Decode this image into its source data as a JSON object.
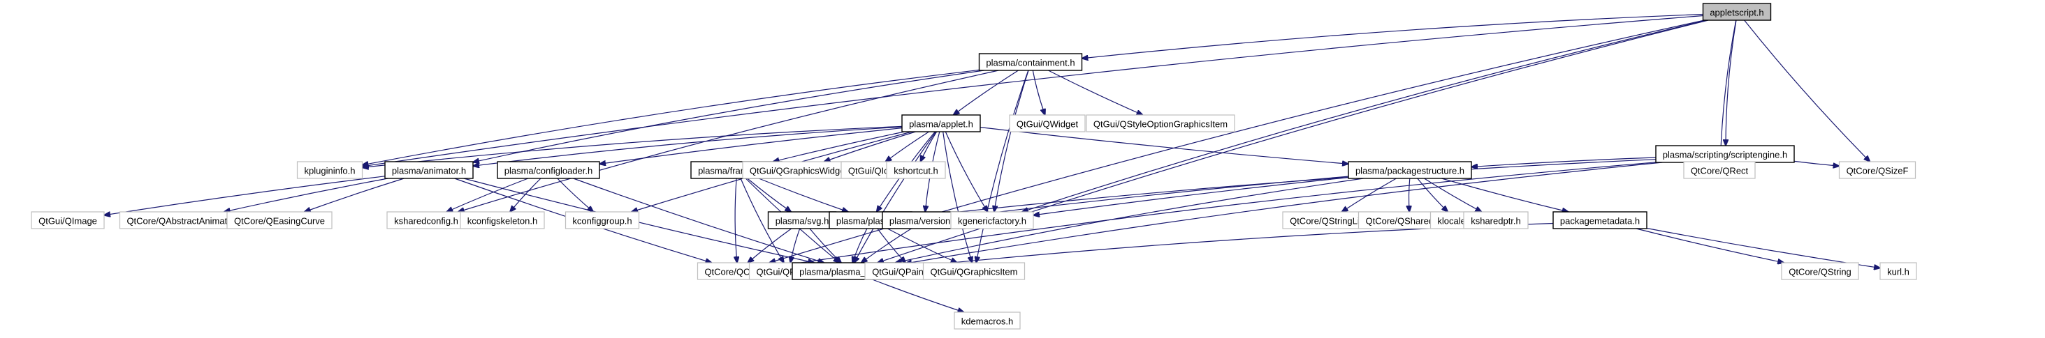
{
  "title": "Include dependency graph for appletscript.h",
  "colors": {
    "edge": "#191970",
    "local_border": "#000000",
    "external_border": "#bfbfbf",
    "root_fill": "#bfbfbf"
  },
  "nodes": [
    {
      "id": "appletscript",
      "label": "appletscript.h",
      "kind": "root"
    },
    {
      "id": "containment",
      "label": "plasma/containment.h",
      "kind": "local"
    },
    {
      "id": "applet",
      "label": "plasma/applet.h",
      "kind": "local"
    },
    {
      "id": "qwidget",
      "label": "QtGui/QWidget",
      "kind": "external"
    },
    {
      "id": "qstyleoption",
      "label": "QtGui/QStyleOptionGraphicsItem",
      "kind": "external"
    },
    {
      "id": "scriptengine",
      "label": "plasma/scripting/scriptengine.h",
      "kind": "local"
    },
    {
      "id": "kplugininfo",
      "label": "kplugininfo.h",
      "kind": "external"
    },
    {
      "id": "animator",
      "label": "plasma/animator.h",
      "kind": "local"
    },
    {
      "id": "configloader",
      "label": "plasma/configloader.h",
      "kind": "local"
    },
    {
      "id": "framesvg",
      "label": "plasma/framesvg.h",
      "kind": "local"
    },
    {
      "id": "qgraphicswidget",
      "label": "QtGui/QGraphicsWidget",
      "kind": "external"
    },
    {
      "id": "qicon",
      "label": "QtGui/QIcon",
      "kind": "external"
    },
    {
      "id": "kshortcut",
      "label": "kshortcut.h",
      "kind": "external"
    },
    {
      "id": "packagestructure",
      "label": "plasma/packagestructure.h",
      "kind": "local"
    },
    {
      "id": "qrect",
      "label": "QtCore/QRect",
      "kind": "external"
    },
    {
      "id": "qsizef",
      "label": "QtCore/QSizeF",
      "kind": "external"
    },
    {
      "id": "qimage",
      "label": "QtGui/QImage",
      "kind": "external"
    },
    {
      "id": "qabstractanimation",
      "label": "QtCore/QAbstractAnimation",
      "kind": "external"
    },
    {
      "id": "qeasingcurve",
      "label": "QtCore/QEasingCurve",
      "kind": "external"
    },
    {
      "id": "ksharedconfig",
      "label": "ksharedconfig.h",
      "kind": "external"
    },
    {
      "id": "kconfigskeleton",
      "label": "kconfigskeleton.h",
      "kind": "external"
    },
    {
      "id": "kconfiggroup",
      "label": "kconfiggroup.h",
      "kind": "external"
    },
    {
      "id": "svg",
      "label": "plasma/svg.h",
      "kind": "local"
    },
    {
      "id": "plasma",
      "label": "plasma/plasma.h",
      "kind": "local"
    },
    {
      "id": "version",
      "label": "plasma/version.h",
      "kind": "local"
    },
    {
      "id": "kgenericfactory",
      "label": "kgenericfactory.h",
      "kind": "external"
    },
    {
      "id": "qstringlist",
      "label": "QtCore/QStringList",
      "kind": "external"
    },
    {
      "id": "qshareddata",
      "label": "QtCore/QSharedData",
      "kind": "external"
    },
    {
      "id": "klocale",
      "label": "klocale.h",
      "kind": "external"
    },
    {
      "id": "ksharedptr",
      "label": "ksharedptr.h",
      "kind": "external"
    },
    {
      "id": "packagemetadata",
      "label": "packagemetadata.h",
      "kind": "local"
    },
    {
      "id": "qobject",
      "label": "QtCore/QObject",
      "kind": "external"
    },
    {
      "id": "qpixmap",
      "label": "QtGui/QPixmap",
      "kind": "external"
    },
    {
      "id": "plasma_export",
      "label": "plasma/plasma_export.h",
      "kind": "local"
    },
    {
      "id": "qpainterpath",
      "label": "QtGui/QPainterPath",
      "kind": "external"
    },
    {
      "id": "qgraphicsitem",
      "label": "QtGui/QGraphicsItem",
      "kind": "external"
    },
    {
      "id": "qstring",
      "label": "QtCore/QString",
      "kind": "external"
    },
    {
      "id": "kurl",
      "label": "kurl.h",
      "kind": "external"
    },
    {
      "id": "kdemacros",
      "label": "kdemacros.h",
      "kind": "external"
    }
  ],
  "edges": [
    [
      "appletscript",
      "containment"
    ],
    [
      "appletscript",
      "kplugininfo"
    ],
    [
      "appletscript",
      "scriptengine"
    ],
    [
      "appletscript",
      "qrect"
    ],
    [
      "appletscript",
      "qsizef"
    ],
    [
      "appletscript",
      "kgenericfactory"
    ],
    [
      "appletscript",
      "qobject"
    ],
    [
      "appletscript",
      "plasma_export"
    ],
    [
      "containment",
      "applet"
    ],
    [
      "containment",
      "qwidget"
    ],
    [
      "containment",
      "qstyleoption"
    ],
    [
      "containment",
      "kplugininfo"
    ],
    [
      "containment",
      "animator"
    ],
    [
      "containment",
      "ksharedconfig"
    ],
    [
      "containment",
      "kgenericfactory"
    ],
    [
      "containment",
      "qgraphicsitem"
    ],
    [
      "applet",
      "kplugininfo"
    ],
    [
      "applet",
      "animator"
    ],
    [
      "applet",
      "configloader"
    ],
    [
      "applet",
      "framesvg"
    ],
    [
      "applet",
      "qgraphicswidget"
    ],
    [
      "applet",
      "qicon"
    ],
    [
      "applet",
      "kshortcut"
    ],
    [
      "applet",
      "kconfiggroup"
    ],
    [
      "applet",
      "packagestructure"
    ],
    [
      "applet",
      "plasma"
    ],
    [
      "applet",
      "version"
    ],
    [
      "applet",
      "kgenericfactory"
    ],
    [
      "applet",
      "qgraphicsitem"
    ],
    [
      "applet",
      "plasma_export"
    ],
    [
      "scriptengine",
      "packagestructure"
    ],
    [
      "scriptengine",
      "qrect"
    ],
    [
      "scriptengine",
      "qsizef"
    ],
    [
      "scriptengine",
      "plasma"
    ],
    [
      "scriptengine",
      "qobject"
    ],
    [
      "scriptengine",
      "plasma_export"
    ],
    [
      "animator",
      "qimage"
    ],
    [
      "animator",
      "qabstractanimation"
    ],
    [
      "animator",
      "qeasingcurve"
    ],
    [
      "animator",
      "qobject"
    ],
    [
      "animator",
      "plasma_export"
    ],
    [
      "configloader",
      "ksharedconfig"
    ],
    [
      "configloader",
      "kconfigskeleton"
    ],
    [
      "configloader",
      "kconfiggroup"
    ],
    [
      "configloader",
      "plasma_export"
    ],
    [
      "framesvg",
      "svg"
    ],
    [
      "framesvg",
      "plasma"
    ],
    [
      "framesvg",
      "qobject"
    ],
    [
      "framesvg",
      "qpixmap"
    ],
    [
      "framesvg",
      "plasma_export"
    ],
    [
      "svg",
      "qobject"
    ],
    [
      "svg",
      "qpixmap"
    ],
    [
      "svg",
      "plasma_export"
    ],
    [
      "plasma",
      "plasma_export"
    ],
    [
      "plasma",
      "qpainterpath"
    ],
    [
      "plasma",
      "qgraphicsitem"
    ],
    [
      "version",
      "plasma_export"
    ],
    [
      "packagestructure",
      "qstringlist"
    ],
    [
      "packagestructure",
      "qshareddata"
    ],
    [
      "packagestructure",
      "klocale"
    ],
    [
      "packagestructure",
      "ksharedptr"
    ],
    [
      "packagestructure",
      "packagemetadata"
    ],
    [
      "packagestructure",
      "kgenericfactory"
    ],
    [
      "packagestructure",
      "version"
    ],
    [
      "packagestructure",
      "plasma_export"
    ],
    [
      "packagemetadata",
      "qstring"
    ],
    [
      "packagemetadata",
      "kurl"
    ],
    [
      "packagemetadata",
      "plasma_export"
    ],
    [
      "plasma_export",
      "kdemacros"
    ]
  ]
}
